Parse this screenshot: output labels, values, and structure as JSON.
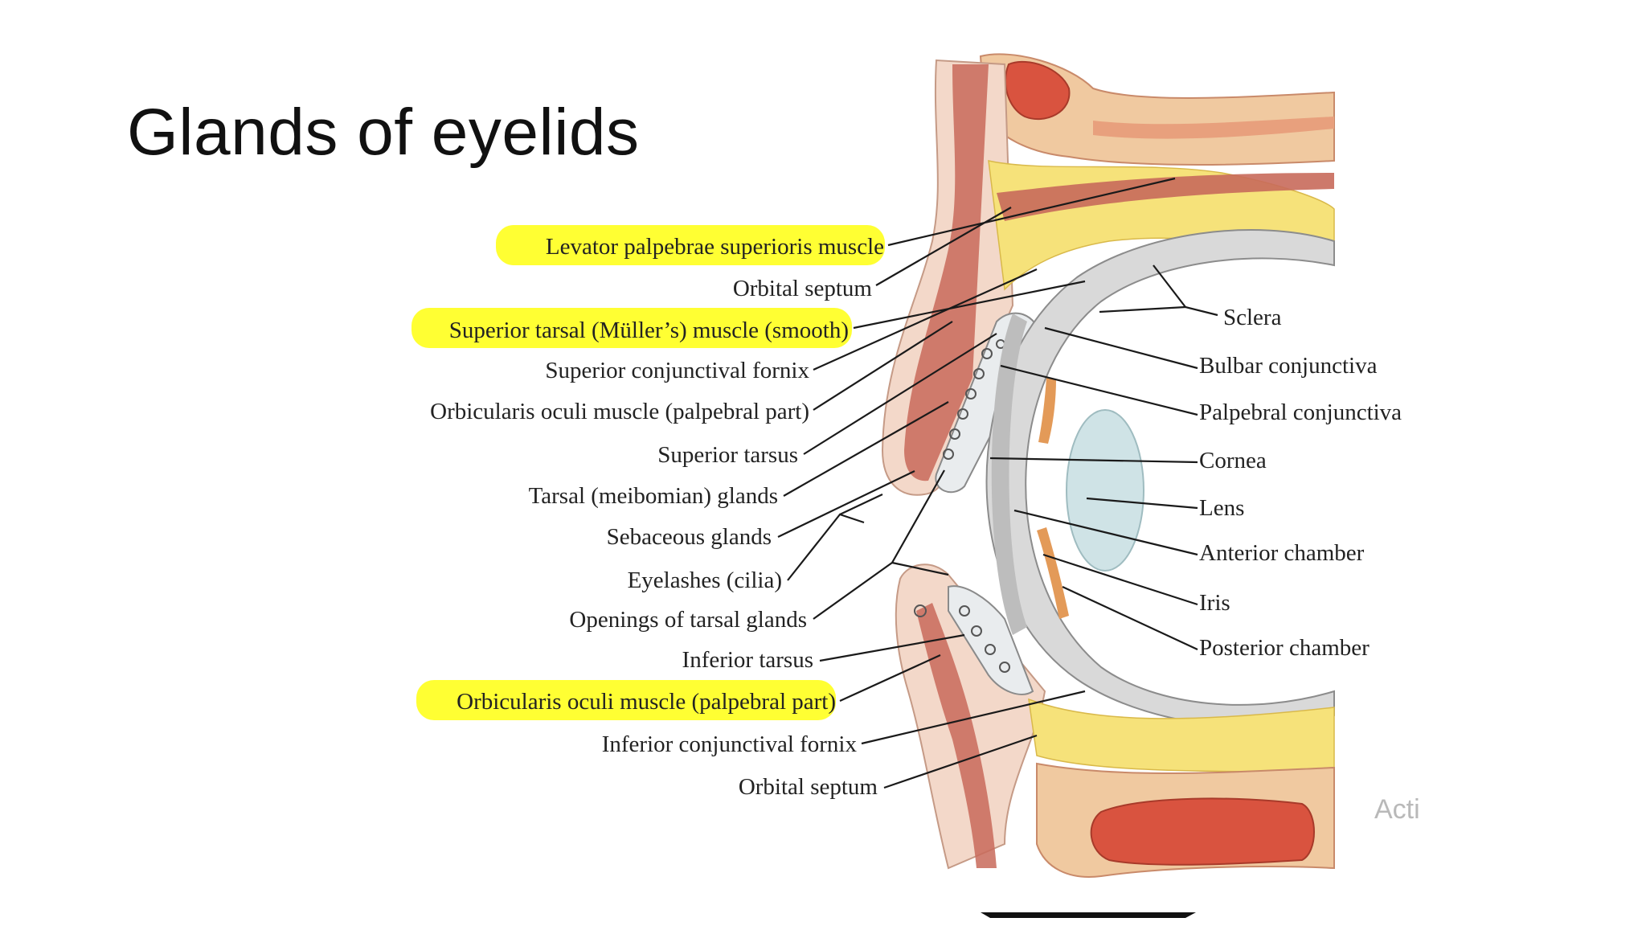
{
  "slide": {
    "title": "Glands of eyelids"
  },
  "colors": {
    "highlight": "#ffff33",
    "skin": "#f3d8c9",
    "fat": "#f6e27a",
    "muscle": "#c86a5b",
    "bone": "#f0c9a0",
    "sclera": "#d9d9d9",
    "lens": "#cfe3e6"
  },
  "diagram": {
    "labels_left": [
      {
        "text": "Levator palpebrae superioris muscle",
        "highlighted": true
      },
      {
        "text": "Orbital septum",
        "highlighted": false
      },
      {
        "text": "Superior tarsal (Müller’s) muscle (smooth)",
        "highlighted": true
      },
      {
        "text": "Superior conjunctival fornix",
        "highlighted": false
      },
      {
        "text": "Orbicularis oculi muscle (palpebral part)",
        "highlighted": false
      },
      {
        "text": "Superior tarsus",
        "highlighted": false
      },
      {
        "text": "Tarsal (meibomian) glands",
        "highlighted": false
      },
      {
        "text": "Sebaceous glands",
        "highlighted": false
      },
      {
        "text": "Eyelashes (cilia)",
        "highlighted": false
      },
      {
        "text": "Openings of tarsal glands",
        "highlighted": false
      },
      {
        "text": "Inferior tarsus",
        "highlighted": false
      },
      {
        "text": "Orbicularis oculi muscle (palpebral part)",
        "highlighted": true
      },
      {
        "text": "Inferior conjunctival fornix",
        "highlighted": false
      },
      {
        "text": "Orbital septum",
        "highlighted": false
      }
    ],
    "labels_right": [
      {
        "text": "Sclera"
      },
      {
        "text": "Bulbar conjunctiva"
      },
      {
        "text": "Palpebral conjunctiva"
      },
      {
        "text": "Cornea"
      },
      {
        "text": "Lens"
      },
      {
        "text": "Anterior chamber"
      },
      {
        "text": "Iris"
      },
      {
        "text": "Posterior chamber"
      }
    ]
  },
  "watermark": "Acti"
}
